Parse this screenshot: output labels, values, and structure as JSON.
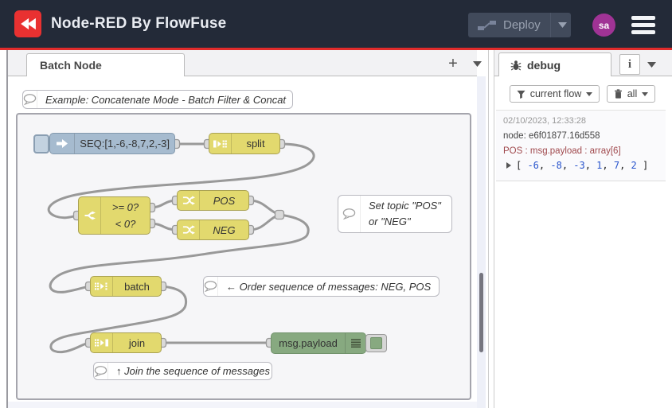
{
  "header": {
    "title": "Node-RED By FlowFuse",
    "deploy_label": "Deploy",
    "avatar_initials": "sa"
  },
  "workspace": {
    "tab_label": "Batch Node"
  },
  "sidebar": {
    "debug_tab_label": "debug",
    "info_button_label": "i",
    "filter_button_label": "current flow",
    "clear_button_label": "all",
    "message": {
      "timestamp": "02/10/2023, 12:33:28",
      "node_line": "node: e6f01877.16d558",
      "meta_line": "POS : msg.payload : array[6]",
      "payload_values": [
        "-6",
        "-8",
        "-3",
        "1",
        "7",
        "2"
      ]
    }
  },
  "flow": {
    "comment_example": "Example: Concatenate Mode - Batch Filter & Concat",
    "inject_label": "SEQ:[1,-6,-8,7,2,-3]",
    "split_label": "split",
    "switch_port1": ">= 0?",
    "switch_port2": "< 0?",
    "change_pos_label": "POS",
    "change_neg_label": "NEG",
    "comment_topic_line1": "Set topic \"POS\"",
    "comment_topic_line2": "or \"NEG\"",
    "batch_label": "batch",
    "comment_order": "← Order sequence of messages: NEG, POS",
    "join_label": "join",
    "debug_label": "msg.payload",
    "comment_join": "↑ Join the sequence of messages"
  },
  "colors": {
    "header_bg": "#232a38",
    "accent_red": "#e12b2b",
    "node_yellow": "#e2d96e",
    "node_blue": "#a6bbcf",
    "node_green": "#87a980",
    "avatar_purple": "#a03395",
    "wire_grey": "#999999"
  }
}
